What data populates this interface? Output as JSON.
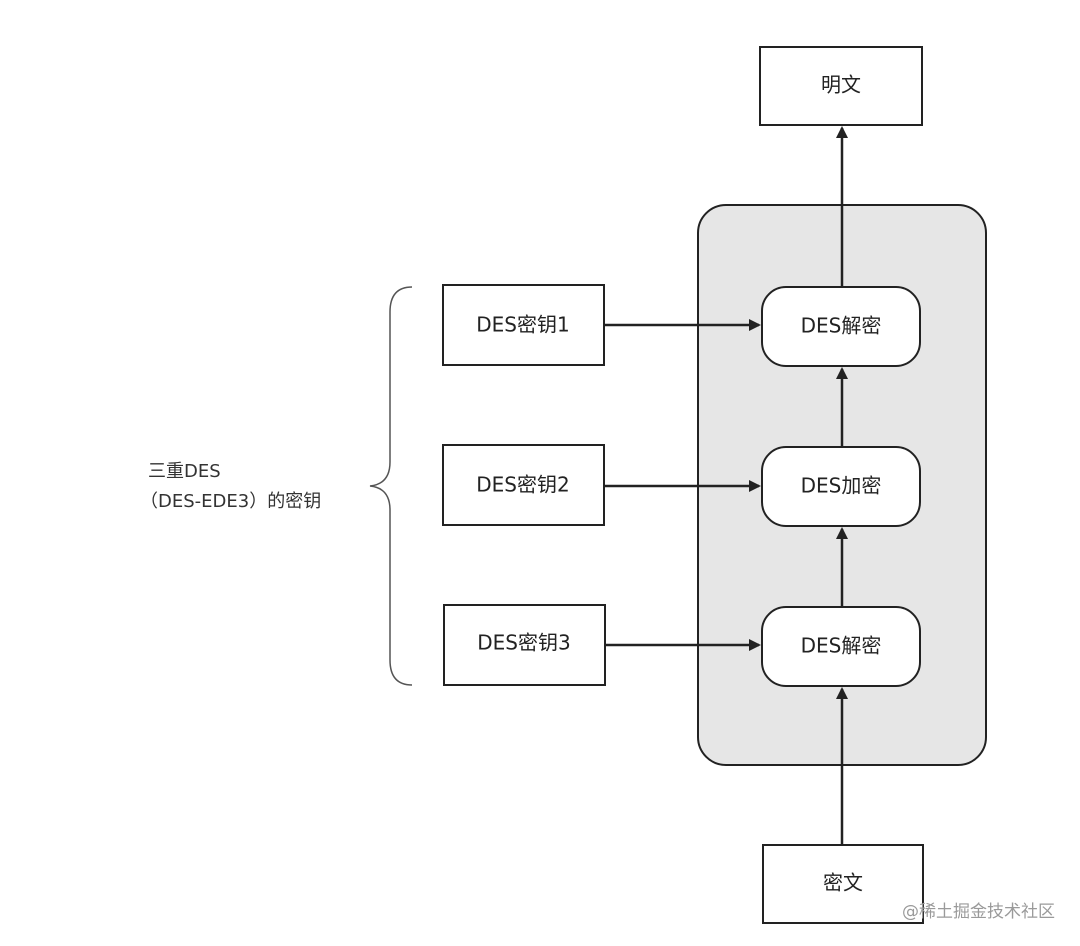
{
  "nodes": {
    "plaintext": "明文",
    "ciphertext": "密文",
    "decrypt_top": "DES解密",
    "encrypt_middle": "DES加密",
    "decrypt_bottom": "DES解密",
    "key1": "DES密钥1",
    "key2": "DES密钥2",
    "key3": "DES密钥3"
  },
  "brace_label": {
    "line1": "三重DES",
    "line2": "（DES-EDE3）的密钥"
  },
  "watermark": "@稀土掘金技术社区",
  "colors": {
    "stroke": "#222222",
    "panel_fill": "#e6e6e6",
    "box_fill": "#ffffff",
    "watermark": "#9a9a9a"
  }
}
